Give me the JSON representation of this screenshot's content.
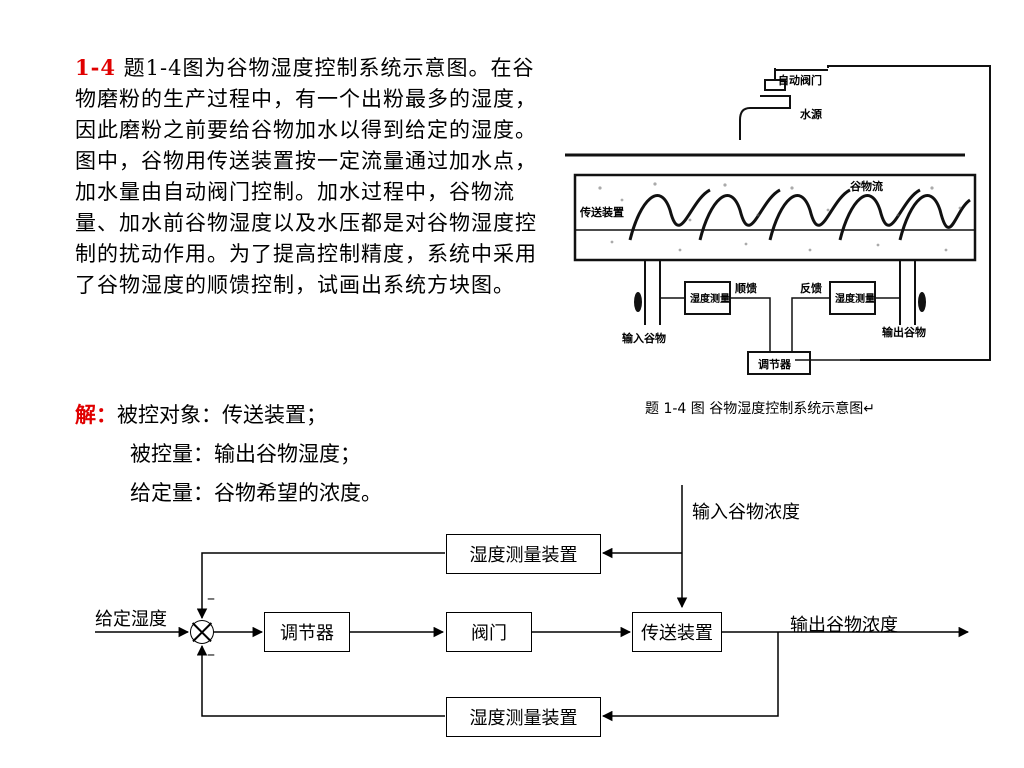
{
  "problem": {
    "number": "1-4",
    "text": " 题1-4图为谷物湿度控制系统示意图。在谷物磨粉的生产过程中，有一个出粉最多的湿度，因此磨粉之前要给谷物加水以得到给定的湿度。图中，谷物用传送装置按一定流量通过加水点，加水量由自动阀门控制。加水过程中，谷物流量、加水前谷物湿度以及水压都是对谷物湿度控制的扰动作用。为了提高控制精度，系统中采用了谷物湿度的顺馈控制，试画出系统方块图。"
  },
  "solution": {
    "label": "解：",
    "line1": "被控对象：传送装置；",
    "line2": "被控量：输出谷物湿度；",
    "line3": "给定量：谷物希望的浓度。"
  },
  "figure": {
    "valve_label": "自动阀门",
    "water_label": "水源",
    "flow_label": "谷物流",
    "conveyor_label": "传送装置",
    "sensor_in_label": "湿度测量",
    "sensor_out_label": "湿度测量",
    "feedforward_label": "顺馈",
    "feedback_label": "反馈",
    "input_label": "输入谷物",
    "output_label": "输出谷物",
    "regulator_label": "调节器",
    "caption": "题 1-4 图   谷物湿度控制系统示意图↵"
  },
  "block_diagram": {
    "setpoint": "给定湿度",
    "disturbance": "输入谷物浓度",
    "output": "输出谷物浓度",
    "sensor_top": "湿度测量装置",
    "controller": "调节器",
    "valve": "阀门",
    "conveyor": "传送装置",
    "sensor_bottom": "湿度测量装置",
    "minus_top": "–",
    "minus_bottom": "–"
  }
}
